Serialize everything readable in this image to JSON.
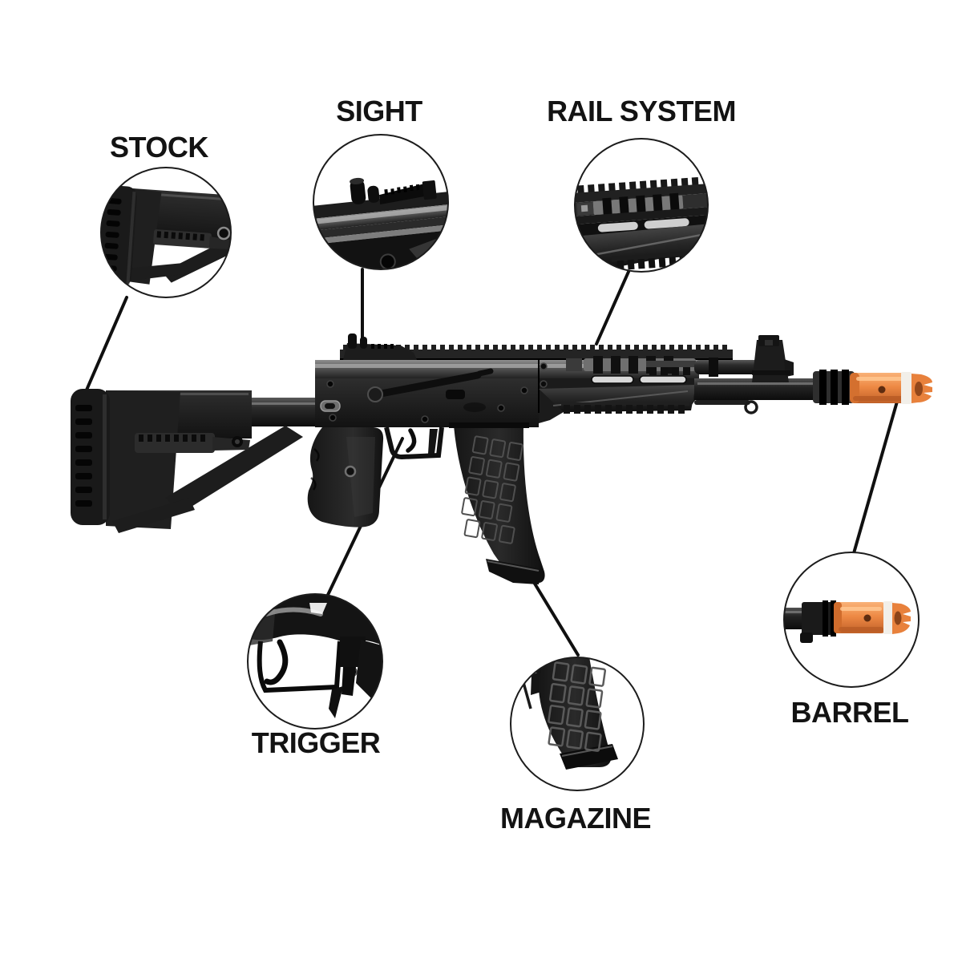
{
  "diagram": {
    "subject": "airsoft-rifle-parts-diagram",
    "colors": {
      "background": "#ffffff",
      "label_text": "#131313",
      "connector_line": "#101010",
      "callout_ring": "#1c1c1c",
      "gun_dark": "#1b1b1b",
      "gun_highlight": "#9b9b9b",
      "muzzle_orange": "#ed8743",
      "muzzle_band_white": "#f2efe9"
    },
    "parts": [
      {
        "id": "stock",
        "label": "STOCK"
      },
      {
        "id": "sight",
        "label": "SIGHT"
      },
      {
        "id": "rail",
        "label": "RAIL SYSTEM"
      },
      {
        "id": "trigger",
        "label": "TRIGGER"
      },
      {
        "id": "magazine",
        "label": "MAGAZINE"
      },
      {
        "id": "barrel",
        "label": "BARREL"
      }
    ]
  }
}
